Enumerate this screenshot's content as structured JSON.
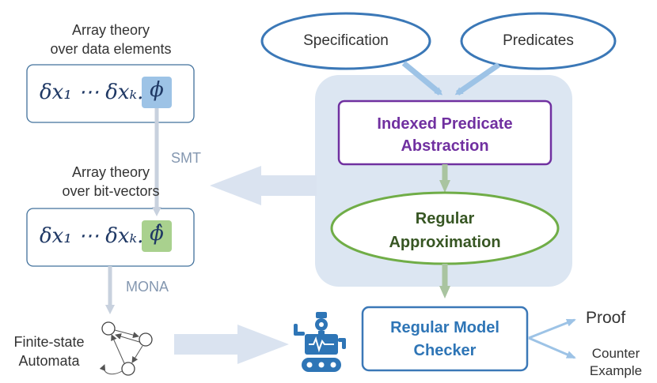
{
  "left_top": {
    "title_line1": "Array theory",
    "title_line2": "over data elements",
    "formula_prefix": "δx₁ ⋯ δxₖ.",
    "formula_symbol": "ϕ"
  },
  "smt_label": "SMT",
  "left_mid": {
    "title_line1": "Array theory",
    "title_line2": "over bit-vectors",
    "formula_prefix": "δx₁ ⋯ δxₖ.",
    "formula_symbol": "ϕ̂"
  },
  "mona_label": "MONA",
  "automata": {
    "line1": "Finite-state",
    "line2": "Automata"
  },
  "inputs": {
    "specification": "Specification",
    "predicates": "Predicates"
  },
  "abstraction": {
    "line1": "Indexed Predicate",
    "line2": "Abstraction"
  },
  "approximation": {
    "line1": "Regular",
    "line2": "Approximation"
  },
  "checker": {
    "line1": "Regular Model",
    "line2": "Checker"
  },
  "outputs": {
    "proof": "Proof",
    "counter_line1": "Counter",
    "counter_line2": "Example"
  },
  "colors": {
    "blue_outline": "#3b78b7",
    "purple": "#7030a0",
    "green": "#70ad47",
    "dark_green": "#375623",
    "light_panel": "#dce6f2",
    "arrow_gray": "#c8d1de",
    "checker_text": "#2e75b6"
  },
  "icons": {
    "robot": "robot-icon"
  }
}
